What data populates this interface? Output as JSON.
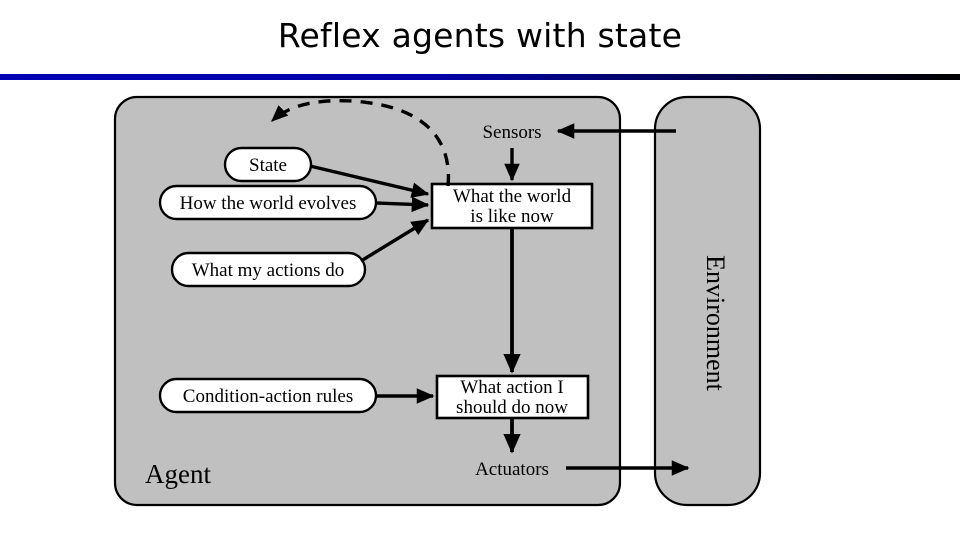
{
  "slide": {
    "title": "Reflex agents with state",
    "rule_color_left": "#0000b4",
    "rule_color_right": "#000000"
  },
  "diagram": {
    "type": "agent-architecture",
    "background": "#ffffff",
    "agent_fill": "#c0c0c0",
    "node_fill": "#ffffff",
    "stroke": "#000000",
    "agent_label": "Agent",
    "environment_label": "Environment",
    "sensors_label": "Sensors",
    "actuators_label": "Actuators",
    "ovals": [
      {
        "id": "state",
        "label": "State"
      },
      {
        "id": "how-the-world-evolves",
        "label": "How the world evolves"
      },
      {
        "id": "what-my-actions-do",
        "label": "What my actions do"
      },
      {
        "id": "condition-action-rules",
        "label": "Condition-action rules"
      }
    ],
    "boxes": [
      {
        "id": "what-the-world-is-like-now",
        "line1": "What the world",
        "line2": "is like now"
      },
      {
        "id": "what-action-i-should-do-now",
        "line1": "What action I",
        "line2": "should do now"
      }
    ]
  }
}
